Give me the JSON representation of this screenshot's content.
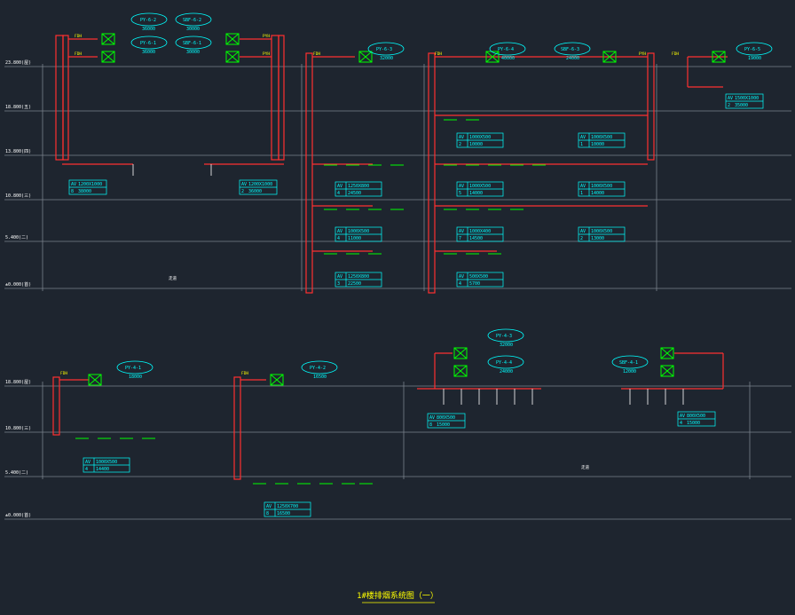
{
  "colors": {
    "background": "#1e252f",
    "floor_line": "#7a828c",
    "duct": "#ff3030",
    "fan": "#00ff00",
    "text": "#00ffff",
    "label": "#ffffff",
    "accent": "#ffff00"
  },
  "title": "1#楼排烟系统图（一）",
  "levels_top": [
    "23.800(屋)",
    "18.800(五)",
    "13.800(四)",
    "10.800(三)",
    "5.400(二)",
    "±0.000(首)"
  ],
  "levels_bottom": [
    "18.800(屋)",
    "10.800(三)",
    "5.400(二)",
    "±0.000(首)"
  ],
  "tags": {
    "fire_damper": "FDH",
    "valve": "PYH",
    "area": "走道"
  },
  "units": [
    {
      "name": "PY-6-2",
      "airflow": "36000"
    },
    {
      "name": "SBF-6-2",
      "airflow": "30000"
    },
    {
      "name": "PY-6-1",
      "airflow": "36000"
    },
    {
      "name": "SBF-6-1",
      "airflow": "30000"
    },
    {
      "name": "PY-6-3",
      "airflow": "32000"
    },
    {
      "name": "PY-6-4",
      "airflow": "40000"
    },
    {
      "name": "SBF-6-3",
      "airflow": "24000"
    },
    {
      "name": "PY-6-5",
      "airflow": "19000"
    },
    {
      "name": "PY-4-1",
      "airflow": "18000"
    },
    {
      "name": "PY-4-2",
      "airflow": "16500"
    },
    {
      "name": "PY-4-3",
      "airflow": "32000"
    },
    {
      "name": "PY-4-4",
      "airflow": "24000"
    },
    {
      "name": "SBF-4-1",
      "airflow": "12000"
    }
  ],
  "tables": [
    {
      "a": "AV",
      "b": "1200X1000",
      "c": "8",
      "d": "38000"
    },
    {
      "a": "AV",
      "b": "1200X1000",
      "c": "2",
      "d": "36000"
    },
    {
      "a": "AV",
      "b": "1250X800",
      "c": "4",
      "d": "24500"
    },
    {
      "a": "AV",
      "b": "1000X500",
      "c": "4",
      "d": "11000"
    },
    {
      "a": "AV",
      "b": "1250X800",
      "c": "3",
      "d": "22500"
    },
    {
      "a": "AV",
      "b": "1000X500",
      "c": "2",
      "d": "10000"
    },
    {
      "a": "AV",
      "b": "1000X500",
      "c": "5",
      "d": "14000"
    },
    {
      "a": "AV",
      "b": "1000X400",
      "c": "7",
      "d": "14500"
    },
    {
      "a": "AV",
      "b": "500X500",
      "c": "4",
      "d": "5700"
    },
    {
      "a": "AV",
      "b": "1000X500",
      "c": "1",
      "d": "10000"
    },
    {
      "a": "AV",
      "b": "1000X500",
      "c": "1",
      "d": "14000"
    },
    {
      "a": "AV",
      "b": "1000X500",
      "c": "2",
      "d": "13000"
    },
    {
      "a": "AV",
      "b": "1500X1000",
      "c": "2",
      "d": "35000"
    },
    {
      "a": "AV",
      "b": "1000X500",
      "c": "4",
      "d": "14400"
    },
    {
      "a": "AV",
      "b": "1250X700",
      "c": "8",
      "d": "16500"
    },
    {
      "a": "AV",
      "b": "800X500",
      "c": "8",
      "d": "15000"
    },
    {
      "a": "AV",
      "b": "800X500",
      "c": "4",
      "d": "15000"
    }
  ]
}
